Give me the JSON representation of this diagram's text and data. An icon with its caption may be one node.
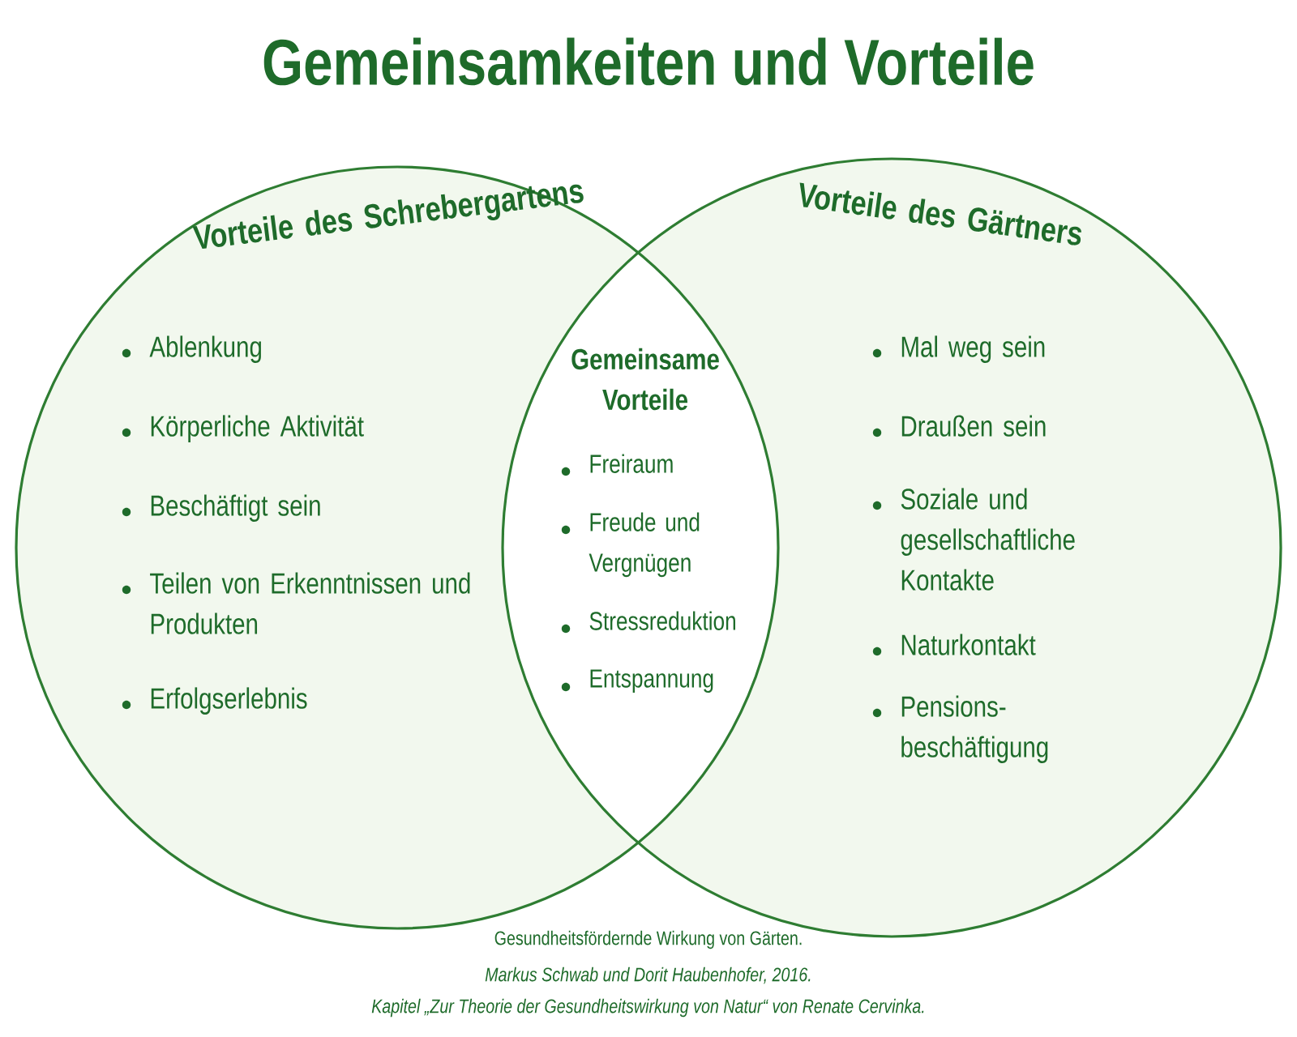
{
  "diagram": {
    "title": "Gemeinsamkeiten und Vorteile",
    "caption": "Gesundheitsfördernde Wirkung von Gärten.",
    "nodes": [
      {
        "text": [
          "Vorteile des Schrebergartens",
          "Ablenkung",
          "Körperliche Aktivität",
          "Beschäftigt sein",
          "Teilen von Erkenntnissen und Produkten",
          "Erfolgserlebnis"
        ]
      },
      {
        "text": [
          "Vorteile des Gärtners",
          "Mal weg sein",
          "Draußen sein",
          "Soziale und gesellschaftliche Kontakte",
          "Naturkontakt",
          "Pensions- beschäftigung"
        ]
      },
      {
        "text": [
          "Gemeinsame Vorteile",
          "Freiraum",
          "Freude und Vergnügen",
          "Stressreduktion",
          "Entspannung"
        ]
      }
    ],
    "labels": [
      "Markus Schwab und Dorit Haubenhofer, 2016.",
      "Kapitel „Zur Theorie der Gesundheitswirkung von Natur“ von Renate Cervinka."
    ]
  }
}
